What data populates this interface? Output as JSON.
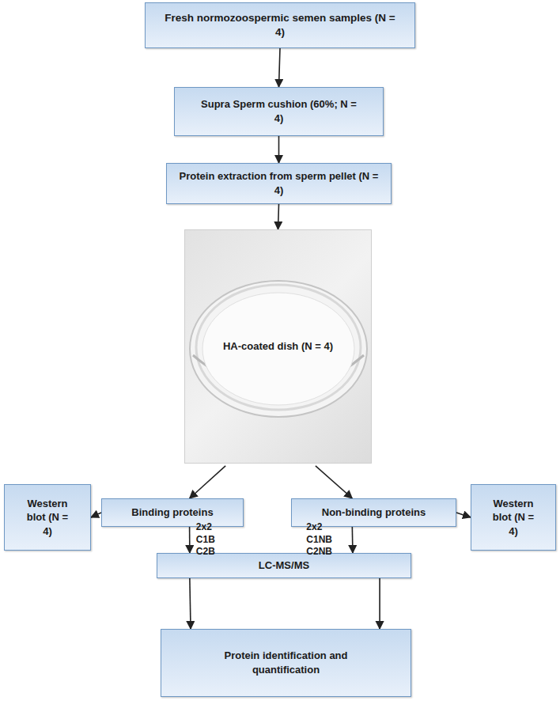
{
  "diagram": {
    "nodes": [
      {
        "text": [
          "Fresh normozoospermic semen samples (N = 4)"
        ]
      },
      {
        "text": [
          "Supra Sperm cushion (60%; N = 4)"
        ]
      },
      {
        "text": [
          "Protein extraction from sperm pellet (N = 4)"
        ]
      },
      {
        "text": [
          "HA-coated dish (N = 4)"
        ]
      },
      {
        "text": [
          "Western blot (N = 4)"
        ]
      },
      {
        "text": [
          "Binding proteins"
        ]
      },
      {
        "text": [
          "Non-binding proteins"
        ]
      },
      {
        "text": [
          "Western blot (N = 4)"
        ]
      },
      {
        "text": [
          "LC-MS/MS"
        ]
      },
      {
        "text": [
          "Protein identification and quantification"
        ]
      }
    ],
    "edges": [
      {
        "from": 0,
        "to": 1,
        "arrow": "to"
      },
      {
        "from": 1,
        "to": 2,
        "arrow": "to"
      },
      {
        "from": 2,
        "to": 3,
        "arrow": "to"
      },
      {
        "from": 3,
        "to": 5,
        "arrow": "to"
      },
      {
        "from": 3,
        "to": 6,
        "arrow": "to"
      },
      {
        "from": 5,
        "to": 4,
        "arrow": "to"
      },
      {
        "from": 6,
        "to": 7,
        "arrow": "to"
      },
      {
        "from": 5,
        "to": 8,
        "label": "2x2 C1B C2B",
        "arrow": "to"
      },
      {
        "from": 6,
        "to": 8,
        "label": "2x2 C1NB C2NB",
        "arrow": "to"
      },
      {
        "from": 8,
        "to": 9,
        "arrow": "to"
      },
      {
        "from": 8,
        "to": 9,
        "arrow": "to"
      }
    ]
  }
}
